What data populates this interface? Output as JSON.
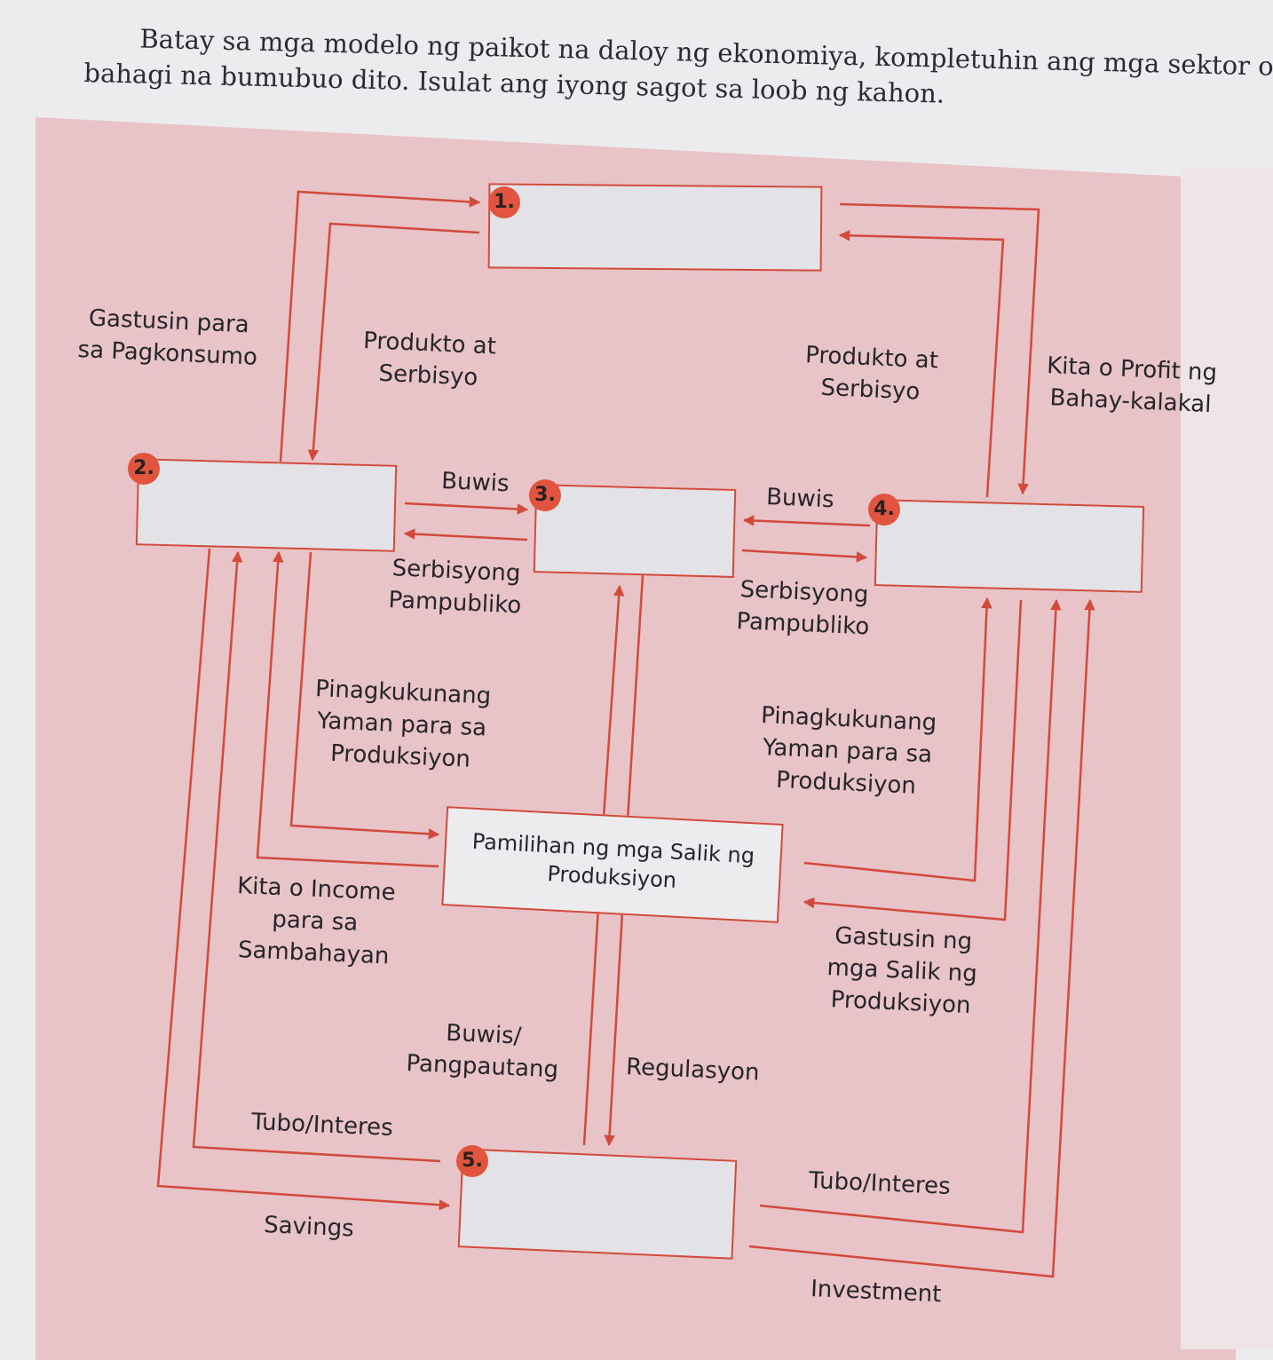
{
  "instructions": {
    "line1": "Batay sa mga modelo ng paikot na daloy ng ekonomiya, kompletuhin ang mga sektor o",
    "line2": "bahagi na bumubuo dito. Isulat ang iyong sagot sa loob ng kahon."
  },
  "answer_boxes": [
    {
      "number": "1.",
      "value": ""
    },
    {
      "number": "2.",
      "value": ""
    },
    {
      "number": "3.",
      "value": ""
    },
    {
      "number": "4.",
      "value": ""
    },
    {
      "number": "5.",
      "value": ""
    }
  ],
  "center_box": {
    "line1": "Pamilihan ng mga Salik ng",
    "line2": "Produksiyon"
  },
  "labels": {
    "gastusin_pagkonsumo": [
      "Gastusin para",
      "sa Pagkonsumo"
    ],
    "produkto_serbisyo_left": [
      "Produkto at",
      "Serbisyo"
    ],
    "produkto_serbisyo_right": [
      "Produkto at",
      "Serbisyo"
    ],
    "kita_profit": [
      "Kita o Profit ng",
      "Bahay-kalakal"
    ],
    "buwis_left": "Buwis",
    "buwis_right": "Buwis",
    "serbisyong_pampubliko_left": [
      "Serbisyong",
      "Pampubliko"
    ],
    "serbisyong_pampubliko_right": [
      "Serbisyong",
      "Pampubliko"
    ],
    "pinagkukunang_left": [
      "Pinagkukunang",
      "Yaman para sa",
      "Produksiyon"
    ],
    "pinagkukunang_right": [
      "Pinagkukunang",
      "Yaman para sa",
      "Produksiyon"
    ],
    "kita_income": [
      "Kita o Income",
      "para sa",
      "Sambahayan"
    ],
    "gastusin_salik": [
      "Gastusin ng",
      "mga Salik ng",
      "Produksiyon"
    ],
    "buwis_pangpautang": [
      "Buwis/",
      "Pangpautang"
    ],
    "regulasyon": "Regulasyon",
    "tubo_interes_left": "Tubo/Interes",
    "tubo_interes_right": "Tubo/Interes",
    "savings": "Savings",
    "investment": "Investment"
  },
  "colors": {
    "arrow": "#d24a3b",
    "panel": "#e8c4c8",
    "box_fill": "#e3e3e7",
    "badge": "#e1553f"
  }
}
